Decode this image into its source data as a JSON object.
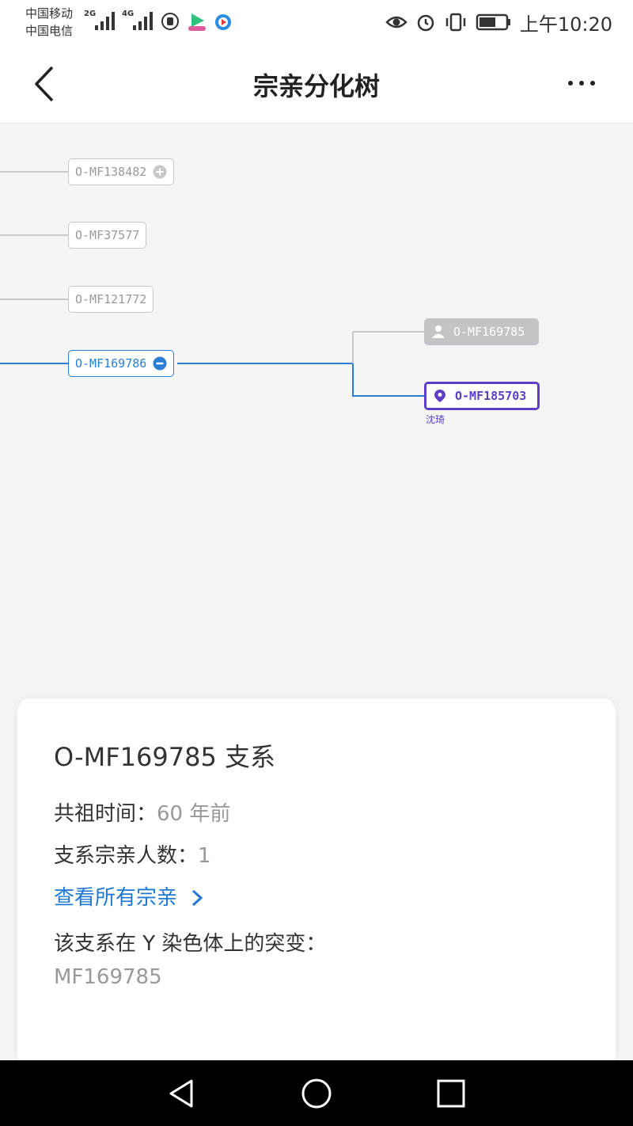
{
  "status_bar": {
    "carrier_1": "中国移动",
    "carrier_2": "中国电信",
    "signal_1_label": "2G",
    "signal_2_label": "4G",
    "time": "上午10:20"
  },
  "nav": {
    "title": "宗亲分化树"
  },
  "tree": {
    "nodes": [
      {
        "label": "O-MF138482",
        "state": "collapsed"
      },
      {
        "label": "O-MF37577",
        "state": "leaf"
      },
      {
        "label": "O-MF121772",
        "state": "leaf"
      },
      {
        "label": "O-MF169786",
        "state": "expanded"
      },
      {
        "label": "O-MF169785",
        "state": "person"
      },
      {
        "label": "O-MF185703",
        "state": "current",
        "sub_label": "沈琦"
      }
    ]
  },
  "info_card": {
    "title": "O-MF169785 支系",
    "common_ancestor_label": "共祖时间：",
    "common_ancestor_value": "60 年前",
    "branch_count_label": "支系宗亲人数：",
    "branch_count_value": "1",
    "view_all_link": "查看所有宗亲",
    "mutation_label": "该支系在 Y 染色体上的突变：",
    "mutation_value": "MF169785"
  },
  "colors": {
    "accent_blue": "#2a7fd4",
    "selected_purple": "#5b3fc4",
    "link_blue": "#1f78d1"
  }
}
